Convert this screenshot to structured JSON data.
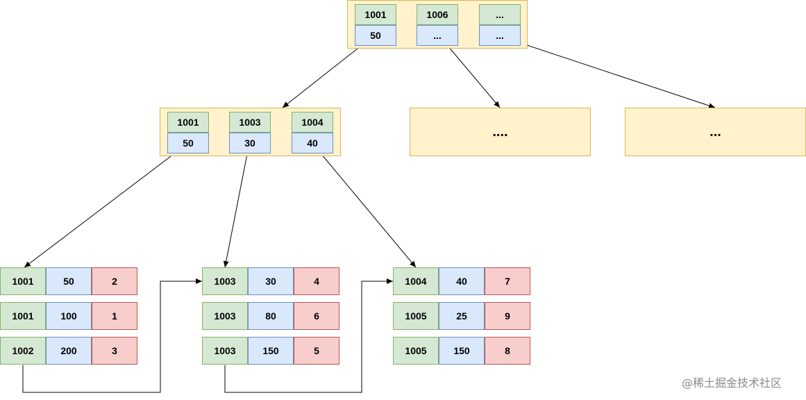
{
  "root": {
    "entries": [
      {
        "key": "1001",
        "val": "50"
      },
      {
        "key": "1006",
        "val": "..."
      },
      {
        "key": "...",
        "val": "..."
      }
    ]
  },
  "level2": {
    "entries": [
      {
        "key": "1001",
        "val": "50"
      },
      {
        "key": "1003",
        "val": "30"
      },
      {
        "key": "1004",
        "val": "40"
      }
    ],
    "placeholder_a": "....",
    "placeholder_b": "..."
  },
  "leaves": [
    {
      "rows": [
        [
          "1001",
          "50",
          "2"
        ],
        [
          "1001",
          "100",
          "1"
        ],
        [
          "1002",
          "200",
          "3"
        ]
      ]
    },
    {
      "rows": [
        [
          "1003",
          "30",
          "4"
        ],
        [
          "1003",
          "80",
          "6"
        ],
        [
          "1003",
          "150",
          "5"
        ]
      ]
    },
    {
      "rows": [
        [
          "1004",
          "40",
          "7"
        ],
        [
          "1005",
          "25",
          "9"
        ],
        [
          "1005",
          "150",
          "8"
        ]
      ]
    }
  ],
  "watermark": "@稀土掘金技术社区",
  "colors": {
    "node_fill": "#fff2cc",
    "node_border": "#d6b656",
    "key_fill": "#d5e8d4",
    "value_fill": "#dae8fc",
    "third_column_fill": "#f8cecc"
  }
}
